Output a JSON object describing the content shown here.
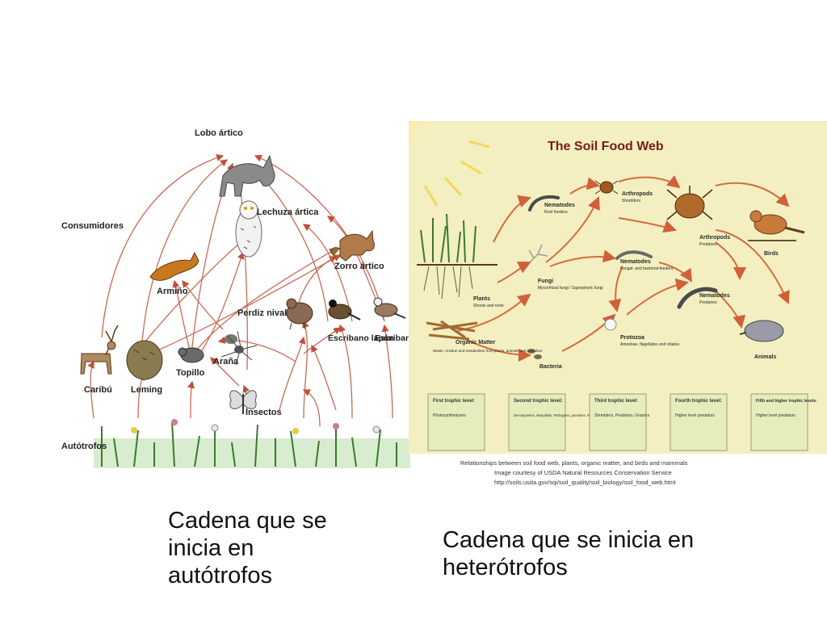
{
  "arctic_web": {
    "labels": {
      "lobo": "Lobo ártico",
      "consumidores": "Consumidores",
      "lechuza": "Lechuza ártica",
      "zorro": "Zorro ártico",
      "armino": "Armiño",
      "perdiz": "Perdiz nival",
      "escribano_lapon": "Escribano lapón",
      "escribano_nival": "Escribano nival",
      "caribu": "Caribú",
      "leming": "Leming",
      "topillo": "Topillo",
      "arana": "Araña",
      "insectos": "Insectos",
      "autotrofos": "Autótrofos"
    }
  },
  "soil_web": {
    "title": "The Soil Food Web",
    "nodes": {
      "nematodes_root": "Nematodes",
      "nematodes_root_sub": "Root feeders",
      "arthropods_shredders": "Arthropods",
      "arthropods_shredders_sub": "Shredders",
      "arthropods_predators": "Arthropods",
      "arthropods_predators_sub": "Predators",
      "birds": "Birds",
      "plants": "Plants",
      "plants_sub": "Shoots and roots",
      "fungi": "Fungi",
      "fungi_sub": "Mycorrhizal fungi / Saprophytic fungi",
      "nematodes_fungal": "Nematodes",
      "nematodes_fungal_sub": "Fungal- and bacterial-feeders",
      "nematodes_pred": "Nematodes",
      "nematodes_pred_sub": "Predators",
      "organic_matter": "Organic Matter",
      "organic_matter_sub": "Waste, residue and metabolites from plants, animals and microbes",
      "bacteria": "Bacteria",
      "protozoa": "Protozoa",
      "protozoa_sub": "Amoebae, flagellates and ciliates",
      "animals": "Animals"
    },
    "levels": [
      {
        "title": "First trophic level:",
        "desc": "Photosynthesizers"
      },
      {
        "title": "Second trophic level:",
        "desc": "Decomposers, Mutualists, Pathogens, parasites, Root feeders"
      },
      {
        "title": "Third trophic level:",
        "desc": "Shredders, Predators, Grazers"
      },
      {
        "title": "Fourth trophic level:",
        "desc": "Higher level predators"
      },
      {
        "title": "Fifth and higher trophic levels:",
        "desc": "Higher level predators"
      }
    ],
    "credits": [
      "Relationships between soil food web, plants, organic matter, and birds and mammals",
      "Image courtesy of  USDA Natural Resources Conservation Service",
      "http://soils.usda.gov/sqi/soil_quality/soil_biology/soil_food_web.html"
    ]
  },
  "captions": {
    "left": [
      "Cadena que se",
      "inicia en",
      "autótrofos"
    ],
    "right": [
      "Cadena que se inicia en",
      "heterótrofos"
    ]
  }
}
